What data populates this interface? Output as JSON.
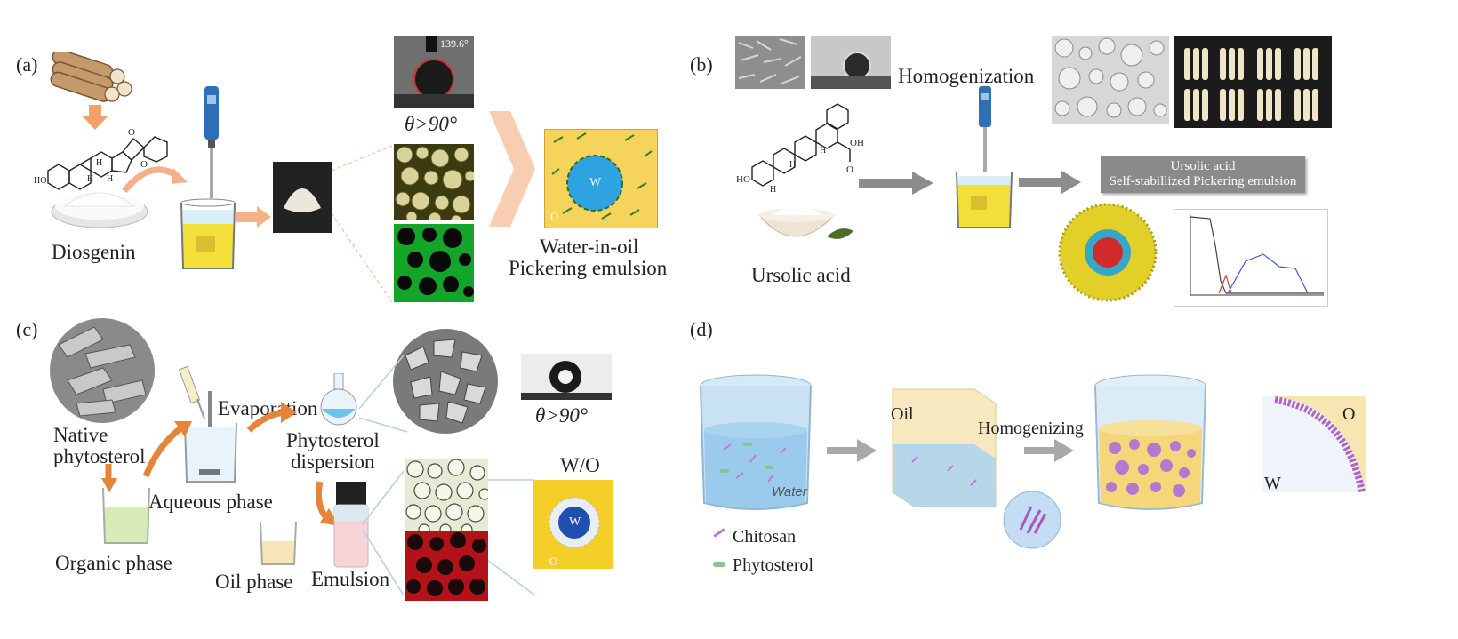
{
  "panels": {
    "a": {
      "letter": "(a)",
      "diosgenin": "Diosgenin",
      "contact_angle_value": "139.6°",
      "theta": "θ>90°",
      "emulsion_label_1": "Water-in-oil",
      "emulsion_label_2": "Pickering emulsion",
      "water_marker": "W",
      "oil_marker": "O",
      "chem_ho": "HO",
      "chem_o1": "O",
      "chem_o2": "O",
      "chem_h1": "H",
      "chem_h2": "H",
      "chem_h3": "H"
    },
    "b": {
      "letter": "(b)",
      "homogenization": "Homogenization",
      "ursolic_acid": "Ursolic acid",
      "banner_1": "Ursolic acid",
      "banner_2": "Self-stabillized Pickering emulsion",
      "chem_ho": "HO",
      "chem_oh": "OH",
      "chem_o": "O",
      "chem_h1": "H",
      "chem_h2": "H",
      "chem_h3": "H"
    },
    "c": {
      "letter": "(c)",
      "native_1": "Native",
      "native_2": "phytosterol",
      "evaporation": "Evaporation",
      "aqueous": "Aqueous phase",
      "organic": "Organic phase",
      "phyto_disp_1": "Phytosterol",
      "phyto_disp_2": "dispersion",
      "theta": "θ>90°",
      "oil_phase": "Oil phase",
      "emulsion": "Emulsion",
      "wo": "W/O",
      "water_marker": "W",
      "oil_marker": "O"
    },
    "d": {
      "letter": "(d)",
      "water": "Water",
      "oil": "Oil",
      "homogenizing": "Homogenizing",
      "legend_chitosan": "Chitosan",
      "legend_phytosterol": "Phytosterol",
      "o_marker": "O",
      "w_marker": "W"
    }
  },
  "colors": {
    "arrow_orange": "#e8833a",
    "arrow_peach": "#f6c4a6",
    "arrow_gray": "#8c8c8c",
    "oil_yellow": "#f6d35a",
    "water_blue": "#2fa3e0",
    "fluor_green": "#22c43a",
    "emulsion_red": "#b3121b",
    "chitosan_purple": "#c07ad6"
  }
}
